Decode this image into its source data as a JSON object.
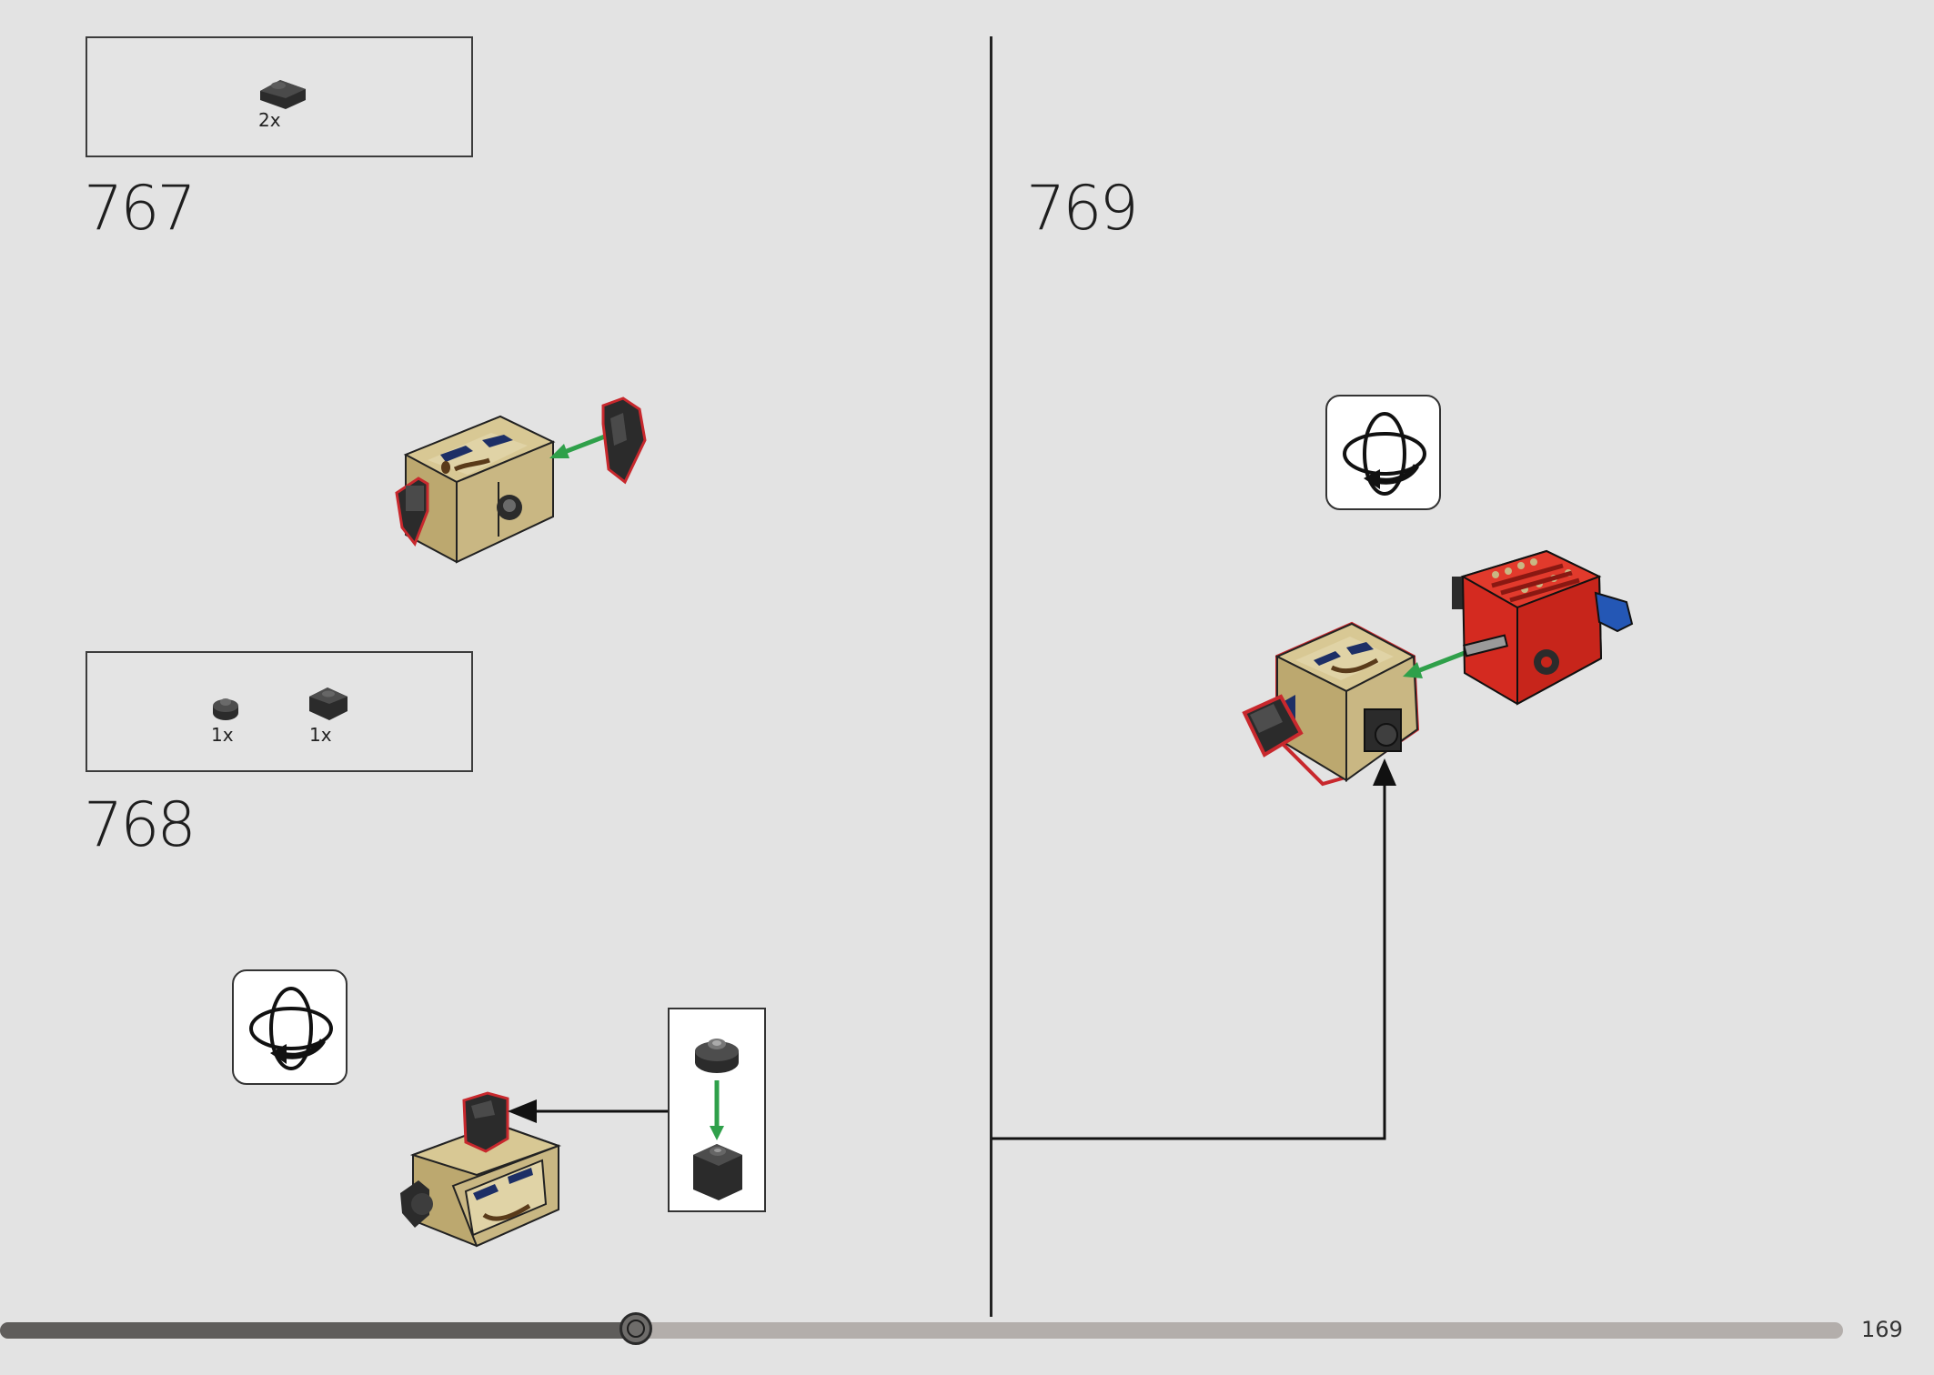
{
  "steps": [
    {
      "number": "767",
      "parts": [
        {
          "qty": "2x",
          "icon": "black-wedge-plate"
        }
      ]
    },
    {
      "number": "768",
      "parts": [
        {
          "qty": "1x",
          "icon": "black-round-plate"
        },
        {
          "qty": "1x",
          "icon": "black-brick-1x1"
        }
      ]
    },
    {
      "number": "769"
    }
  ],
  "page": {
    "number": "169"
  },
  "progress": {
    "fraction": 0.345
  },
  "icons": [
    "rotate-model-icon",
    "rotate-model-icon"
  ],
  "colors": {
    "tan": "#c9b783",
    "red": "#d42a20",
    "blue": "#2457b5",
    "black": "#2b2b2b",
    "green_arrow": "#2fa04a",
    "outline": "#c8282d"
  }
}
